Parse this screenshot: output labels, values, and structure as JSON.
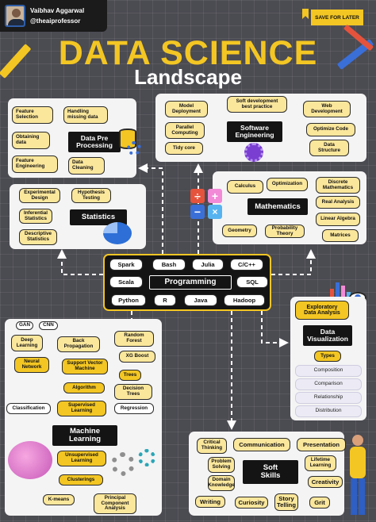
{
  "author": {
    "name": "Vaibhav Aggarwal",
    "handle": "@theaiprofessor"
  },
  "save_label": "SAVE FOR LATER",
  "title": {
    "line1": "DATA SCIENCE",
    "line2": "Landscape"
  },
  "data_pre_processing": {
    "title": "Data Pre\nProcessing",
    "items": [
      "Feature\nSelection",
      "Handling\nmissing data",
      "Obtaining\ndata",
      "Feature\nEngineering",
      "Data\nCleaning"
    ]
  },
  "software_engineering": {
    "title": "Software\nEngineering",
    "items": [
      "Model\nDeployment",
      "Soft development\nbest practice",
      "Web\nDevelopment",
      "Parallel\nComputing",
      "Optimize Code",
      "Tidy core",
      "Data\nStructure"
    ]
  },
  "statistics": {
    "title": "Statistics",
    "items": [
      "Experimental\nDesign",
      "Hypothesis\nTesting",
      "Inferential\nStatistics",
      "Descriptive\nStatistics"
    ]
  },
  "mathematics": {
    "title": "Mathematics",
    "items": [
      "Calculus",
      "Optimization",
      "Discrete\nMathematics",
      "Real Analysis",
      "Linear Algebra",
      "Geometry",
      "Probability\nTheory",
      "Matrices"
    ]
  },
  "programming": {
    "title": "Programming",
    "items": [
      "Spark",
      "Bash",
      "Julia",
      "C/C++",
      "Scala",
      "SQL",
      "Python",
      "R",
      "Java",
      "Hadoop"
    ]
  },
  "data_visualization": {
    "title": "Data\nVisualization",
    "eda": "Exploratory\nData Analysis",
    "types_label": "Types",
    "types": [
      "Composition",
      "Comparison",
      "Relationship",
      "Distribution"
    ]
  },
  "machine_learning": {
    "title": "Machine\nLearning",
    "items": [
      "GAN",
      "CNN",
      "Deep\nLearning",
      "Back\nPropagation",
      "Random\nForest",
      "Neural\nNetwork",
      "Support Vector\nMachine",
      "XG Boost",
      "Trees",
      "Algorithm",
      "Decision\nTrees",
      "Classification",
      "Supervised\nLearning",
      "Regression",
      "Unsupervised\nLearning",
      "Clusterings",
      "K-means",
      "Principal\nComponent\nAnalysis"
    ]
  },
  "soft_skills": {
    "title": "Soft\nSkills",
    "items": [
      "Critical\nThinking",
      "Communication",
      "Presentation",
      "Problem\nSolving",
      "Lifetime\nLearning",
      "Domain\nKnowledge",
      "Creativity",
      "Writing",
      "Curiosity",
      "Story\nTelling",
      "Grit"
    ]
  },
  "colors": {
    "background": "#4b4b52",
    "accent_yellow": "#f3c623",
    "pill_fill": "#fbe79c",
    "dark": "#141414"
  }
}
